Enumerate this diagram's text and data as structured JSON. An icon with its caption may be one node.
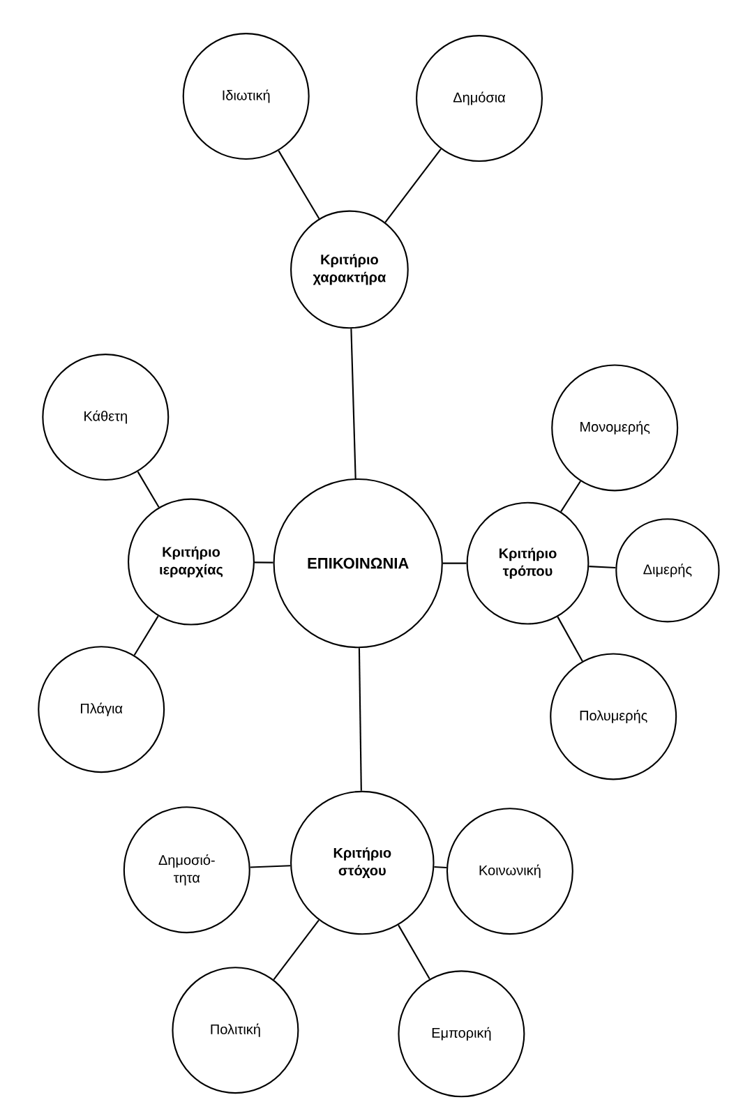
{
  "diagram": {
    "nodes": [
      {
        "text": [
          "ΕΠΙΚΟΙΝΩΝΙΑ"
        ]
      },
      {
        "text": [
          "Κριτήριο χαρακτήρα"
        ]
      },
      {
        "text": [
          "Ιδιωτική"
        ]
      },
      {
        "text": [
          "Δημόσια"
        ]
      },
      {
        "text": [
          "Κριτήριο ιεραρχίας"
        ]
      },
      {
        "text": [
          "Κάθετη"
        ]
      },
      {
        "text": [
          "Πλάγια"
        ]
      },
      {
        "text": [
          "Κριτήριο τρόπου"
        ]
      },
      {
        "text": [
          "Μονομερής"
        ]
      },
      {
        "text": [
          "Διμερής"
        ]
      },
      {
        "text": [
          "Πολυμερής"
        ]
      },
      {
        "text": [
          "Κριτήριο στόχου"
        ]
      },
      {
        "text": [
          "Δημοσιό- τητα"
        ]
      },
      {
        "text": [
          "Κοινωνική"
        ]
      },
      {
        "text": [
          "Πολιτική"
        ]
      },
      {
        "text": [
          "Εμπορική"
        ]
      }
    ],
    "edges": [
      {
        "from": 1,
        "to": 2,
        "arrow": "none"
      },
      {
        "from": 1,
        "to": 3,
        "arrow": "none"
      },
      {
        "from": 0,
        "to": 1,
        "arrow": "none"
      },
      {
        "from": 0,
        "to": 4,
        "arrow": "none"
      },
      {
        "from": 4,
        "to": 5,
        "arrow": "none"
      },
      {
        "from": 4,
        "to": 6,
        "arrow": "none"
      },
      {
        "from": 0,
        "to": 7,
        "arrow": "none"
      },
      {
        "from": 7,
        "to": 8,
        "arrow": "none"
      },
      {
        "from": 7,
        "to": 9,
        "arrow": "none"
      },
      {
        "from": 7,
        "to": 10,
        "arrow": "none"
      },
      {
        "from": 0,
        "to": 11,
        "arrow": "none"
      },
      {
        "from": 11,
        "to": 12,
        "arrow": "none"
      },
      {
        "from": 11,
        "to": 13,
        "arrow": "none"
      },
      {
        "from": 11,
        "to": 14,
        "arrow": "none"
      },
      {
        "from": 11,
        "to": 15,
        "arrow": "none"
      }
    ]
  }
}
